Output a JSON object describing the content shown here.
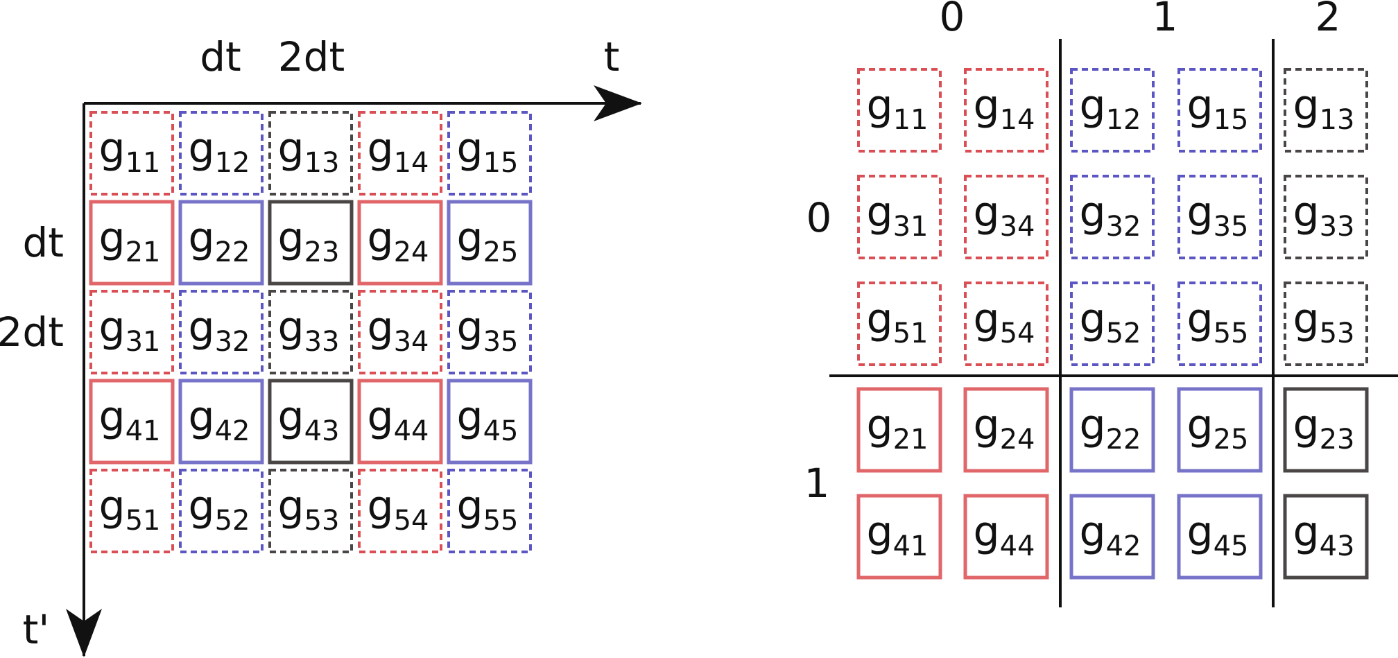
{
  "colors": {
    "red": "#d94f55",
    "red_solid": "#e0666a",
    "blue": "#5c56c2",
    "blue_solid": "#7773c8",
    "gray": "#4a4646",
    "line": "#111111",
    "text": "#111111"
  },
  "left": {
    "axis_t_label": "t",
    "axis_tprime_label": "t'",
    "top_ticks": [
      "dt",
      "2dt"
    ],
    "side_ticks": [
      "dt",
      "2dt"
    ],
    "symbol": "g",
    "row_line_styles": [
      "dashed",
      "solid",
      "dashed",
      "solid",
      "dashed"
    ],
    "column_colors": [
      "red",
      "blue",
      "gray",
      "red",
      "blue"
    ],
    "grid": [
      [
        "11",
        "12",
        "13",
        "14",
        "15"
      ],
      [
        "21",
        "22",
        "23",
        "24",
        "25"
      ],
      [
        "31",
        "32",
        "33",
        "34",
        "35"
      ],
      [
        "41",
        "42",
        "43",
        "44",
        "45"
      ],
      [
        "51",
        "52",
        "53",
        "54",
        "55"
      ]
    ]
  },
  "right": {
    "column_group_labels": [
      "0",
      "1",
      "2"
    ],
    "row_group_labels": [
      "0",
      "1"
    ],
    "symbol": "g",
    "row_line_styles": [
      "dashed",
      "dashed",
      "dashed",
      "solid",
      "solid"
    ],
    "column_colors": [
      "red",
      "red",
      "blue",
      "blue",
      "gray"
    ],
    "grid": [
      [
        "11",
        "14",
        "12",
        "15",
        "13"
      ],
      [
        "31",
        "34",
        "32",
        "35",
        "33"
      ],
      [
        "51",
        "54",
        "52",
        "55",
        "53"
      ],
      [
        "21",
        "24",
        "22",
        "25",
        "23"
      ],
      [
        "41",
        "44",
        "42",
        "45",
        "43"
      ]
    ]
  }
}
